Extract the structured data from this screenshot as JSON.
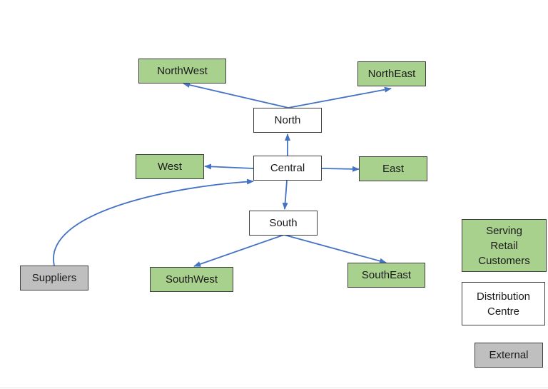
{
  "colors": {
    "retail": "#a9d18e",
    "distribution": "#ffffff",
    "external": "#bfbfbf",
    "arrow": "#4472c4",
    "border": "#3f3f3f"
  },
  "nodes": {
    "northwest": "NorthWest",
    "northeast": "NorthEast",
    "north": "North",
    "west": "West",
    "central": "Central",
    "east": "East",
    "south": "South",
    "suppliers": "Suppliers",
    "southwest": "SouthWest",
    "southeast": "SouthEast"
  },
  "legend": {
    "retail": "Serving\nRetail\nCustomers",
    "distribution": "Distribution\nCentre",
    "external": "External"
  }
}
